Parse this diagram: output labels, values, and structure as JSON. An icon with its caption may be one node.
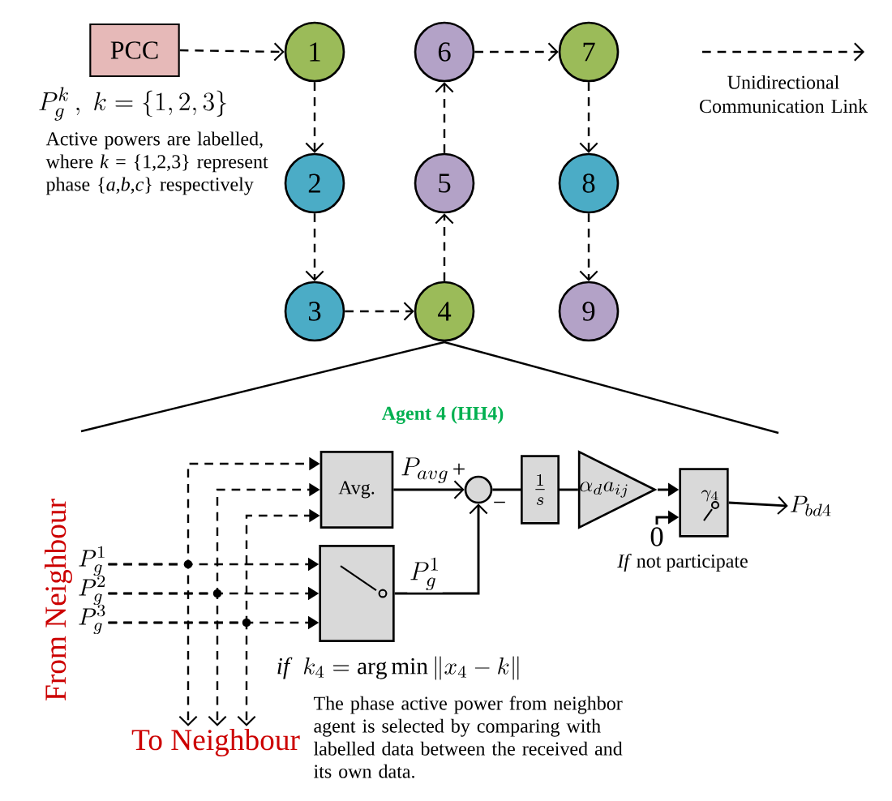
{
  "diagram": {
    "nodes": [
      {
        "text": [
          "PCC"
        ]
      },
      {
        "text": [
          "1"
        ]
      },
      {
        "text": [
          "2"
        ]
      },
      {
        "text": [
          "3"
        ]
      },
      {
        "text": [
          "4"
        ]
      },
      {
        "text": [
          "5"
        ]
      },
      {
        "text": [
          "6"
        ]
      },
      {
        "text": [
          "7"
        ]
      },
      {
        "text": [
          "8"
        ]
      },
      {
        "text": [
          "9"
        ]
      },
      {
        "text": [
          "Avg."
        ]
      },
      {
        "text": [],
        "shape": "box",
        "beside": [
          "\\mathit{if}\\;\\; k_4=\\arg\\min\\left\\|x_4-k\\right\\|"
        ]
      },
      {
        "text": [],
        "shape": "circle"
      },
      {
        "text": [
          "\\frac{1}{s}"
        ]
      },
      {
        "text": [
          "\\alpha_d a_{ij}"
        ]
      },
      {
        "text": [
          "\\gamma_4"
        ]
      },
      {
        "text": [
          "P_{bd4}"
        ]
      },
      {
        "text": [
          "0"
        ]
      },
      {
        "text": [
          "P_g^1"
        ]
      },
      {
        "text": [
          "P_g^2"
        ]
      },
      {
        "text": [
          "P_g^3"
        ]
      },
      {
        "text": [
          "To Neighbour"
        ]
      }
    ],
    "edges": [
      {
        "from": 0,
        "to": 1,
        "arrow": "to",
        "style": "dashed"
      },
      {
        "from": 1,
        "to": 2,
        "arrow": "to",
        "style": "dashed"
      },
      {
        "from": 2,
        "to": 3,
        "arrow": "to",
        "style": "dashed"
      },
      {
        "from": 3,
        "to": 4,
        "arrow": "to",
        "style": "dashed"
      },
      {
        "from": 4,
        "to": 5,
        "arrow": "to",
        "style": "dashed"
      },
      {
        "from": 5,
        "to": 6,
        "arrow": "to",
        "style": "dashed"
      },
      {
        "from": 6,
        "to": 7,
        "arrow": "to",
        "style": "dashed"
      },
      {
        "from": 7,
        "to": 8,
        "arrow": "to",
        "style": "dashed"
      },
      {
        "from": 8,
        "to": 9,
        "arrow": "to",
        "style": "dashed"
      },
      {
        "from": 18,
        "to": 10,
        "arrow": "to",
        "style": "dashed"
      },
      {
        "from": 19,
        "to": 10,
        "arrow": "to",
        "style": "dashed"
      },
      {
        "from": 20,
        "to": 10,
        "arrow": "to",
        "style": "dashed"
      },
      {
        "from": 18,
        "to": 11,
        "arrow": "to",
        "style": "dashed"
      },
      {
        "from": 19,
        "to": 11,
        "arrow": "to",
        "style": "dashed"
      },
      {
        "from": 20,
        "to": 11,
        "arrow": "to",
        "style": "dashed"
      },
      {
        "from": 18,
        "to": 21,
        "arrow": "to",
        "style": "dashed"
      },
      {
        "from": 19,
        "to": 21,
        "arrow": "to",
        "style": "dashed"
      },
      {
        "from": 20,
        "to": 21,
        "arrow": "to",
        "style": "dashed"
      },
      {
        "from": 10,
        "to": 12,
        "arrow": "to",
        "label": "P_{avg}"
      },
      {
        "from": 11,
        "to": 12,
        "arrow": "to",
        "label": "P_g^1"
      },
      {
        "from": 12,
        "to": 13,
        "arrow": "none"
      },
      {
        "from": 13,
        "to": 14,
        "arrow": "none"
      },
      {
        "from": 14,
        "to": 15,
        "arrow": "to"
      },
      {
        "from": 17,
        "to": 15,
        "arrow": "to"
      },
      {
        "from": 15,
        "to": 16,
        "arrow": "to"
      }
    ],
    "labels": [
      "P_g^k\\,,\\; k=\\left\\{1,2,3\\right\\}",
      "Active powers are labelled, where *k* = {1,2,3} represent phase {*a*,*b*,*c*} respectively",
      "Agent 4 (HH4)",
      "From Neighbour",
      "+",
      "−",
      "*If* not participate",
      "The phase active power from neighbor agent is selected by comparing with labelled data between the received and its own data."
    ],
    "legend": [
      {
        "text": "Unidirectional Communication Link"
      }
    ]
  }
}
